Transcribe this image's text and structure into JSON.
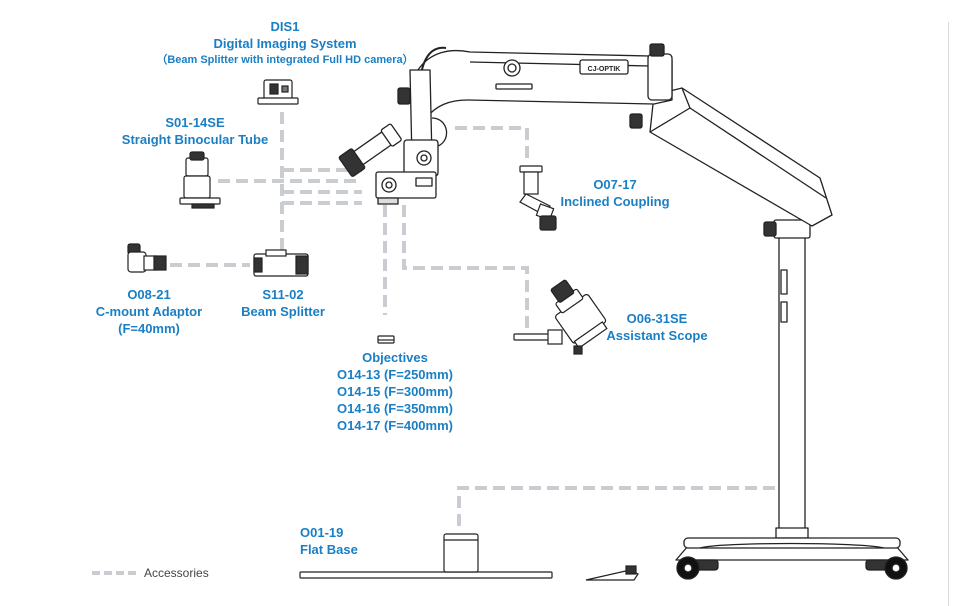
{
  "colors": {
    "label": "#1a7fc4",
    "connector": "#c9ccd1",
    "drawing": "#222222"
  },
  "labels": {
    "dis1": {
      "code": "DIS1",
      "name": "Digital Imaging System",
      "note": "（Beam Splitter with integrated Full HD camera）"
    },
    "s0114se": {
      "code": "S01-14SE",
      "name": "Straight Binocular Tube"
    },
    "o0717": {
      "code": "O07-17",
      "name": "Inclined Coupling"
    },
    "o0821": {
      "code": "O08-21",
      "name": "C-mount Adaptor",
      "spec": "(F=40mm)"
    },
    "s1102": {
      "code": "S11-02",
      "name": "Beam Splitter"
    },
    "o0631se": {
      "code": "O06-31SE",
      "name": "Assistant Scope"
    },
    "objectives": {
      "title": "Objectives",
      "items": [
        "O14-13 (F=250mm)",
        "O14-15 (F=300mm)",
        "O14-16 (F=350mm)",
        "O14-17 (F=400mm)"
      ]
    },
    "o0119": {
      "code": "O01-19",
      "name": "Flat Base"
    }
  },
  "legend": {
    "text": "Accessories"
  },
  "brand": {
    "logo_text": "CJ-OPTIK"
  }
}
